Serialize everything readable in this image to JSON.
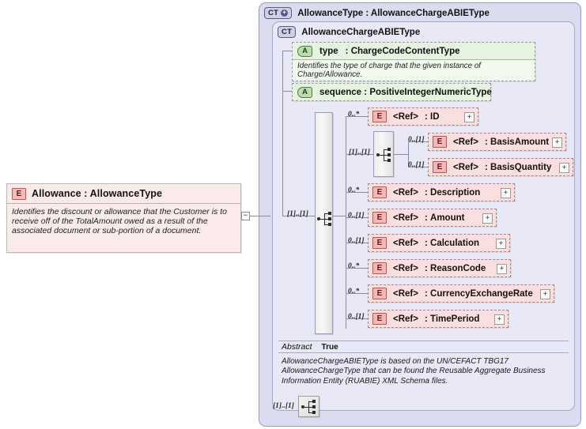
{
  "diagram": {
    "kind": "xsd-schema-diagram",
    "colors": {
      "outer_container_bg": "#dcdcf0",
      "inner_container_bg": "#e8e8f6",
      "element_box_bg": "#fbdede",
      "element_badge_bg": "#f3b9b9",
      "element_badge_border": "#b05a5a",
      "attribute_box_bg": "#e6f3e0",
      "attribute_badge_bg": "#bddcb1",
      "type_badge_bg": "#cfcfe6",
      "connector_line": "#8a8ab0",
      "canvas_bg": "#ffffff"
    }
  },
  "root_element": {
    "badge": "E",
    "badge_name": "element-badge",
    "title": "Allowance : AllowanceType",
    "documentation": "Identifies the discount or allowance that the Customer is to receive off of the\nTotalAmount owed as a result of the associated document or sub-portion of a document.",
    "collapse_toggle": "−",
    "collapse_icon_name": "collapse-minus-icon"
  },
  "outer_type": {
    "badge": "CT",
    "badge_plus": "+",
    "title": "AllowanceType : AllowanceChargeABIEType"
  },
  "inner_type": {
    "badge": "CT",
    "title": "AllowanceChargeABIEType"
  },
  "attributes": [
    {
      "badge": "A",
      "name": "type",
      "separator": ":",
      "type": "ChargeCodeContentType",
      "documentation": "Identifies the type of charge that the given instance of Charge/Allowance."
    },
    {
      "badge": "A",
      "name": "sequence",
      "separator": ":",
      "type": "PositiveIntegerNumericType",
      "documentation": ""
    }
  ],
  "sequence_node": {
    "icon_name": "sequence-icon",
    "cardinality": "[1]..[1]"
  },
  "choice_node": {
    "icon_name": "sequence-icon",
    "cardinality": "[1]..[1]"
  },
  "bottom_sequence_node": {
    "icon_name": "sequence-icon",
    "cardinality": "[1]..[1]"
  },
  "elements": [
    {
      "badge": "E",
      "ref": "<Ref>",
      "separator": ":",
      "name": "ID",
      "cardinality": "0..*",
      "expander": "+"
    },
    {
      "badge": "E",
      "ref": "<Ref>",
      "separator": ":",
      "name": "BasisAmount",
      "cardinality": "0..[1]",
      "expander": "+"
    },
    {
      "badge": "E",
      "ref": "<Ref>",
      "separator": ":",
      "name": "BasisQuantity",
      "cardinality": "0..[1]",
      "expander": "+"
    },
    {
      "badge": "E",
      "ref": "<Ref>",
      "separator": ":",
      "name": "Description",
      "cardinality": "0..*",
      "expander": "+"
    },
    {
      "badge": "E",
      "ref": "<Ref>",
      "separator": ":",
      "name": "Amount",
      "cardinality": "0..[1]",
      "expander": "+"
    },
    {
      "badge": "E",
      "ref": "<Ref>",
      "separator": ":",
      "name": "Calculation",
      "cardinality": "0..[1]",
      "expander": "+"
    },
    {
      "badge": "E",
      "ref": "<Ref>",
      "separator": ":",
      "name": "ReasonCode",
      "cardinality": "0..*",
      "expander": "+"
    },
    {
      "badge": "E",
      "ref": "<Ref>",
      "separator": ":",
      "name": "CurrencyExchangeRate",
      "cardinality": "0..*",
      "expander": "+"
    },
    {
      "badge": "E",
      "ref": "<Ref>",
      "separator": ":",
      "name": "TimePeriod",
      "cardinality": "0..[1]",
      "expander": "+"
    }
  ],
  "footer": {
    "abstract_label": "Abstract",
    "abstract_value": "True",
    "annotation": "AllowanceChargeABIEType is based on the UN/CEFACT TBG17 AllowanceChargeType that can be\nfound the Reusable Aggregate Business Information Entity (RUABIE) XML Schema files."
  }
}
